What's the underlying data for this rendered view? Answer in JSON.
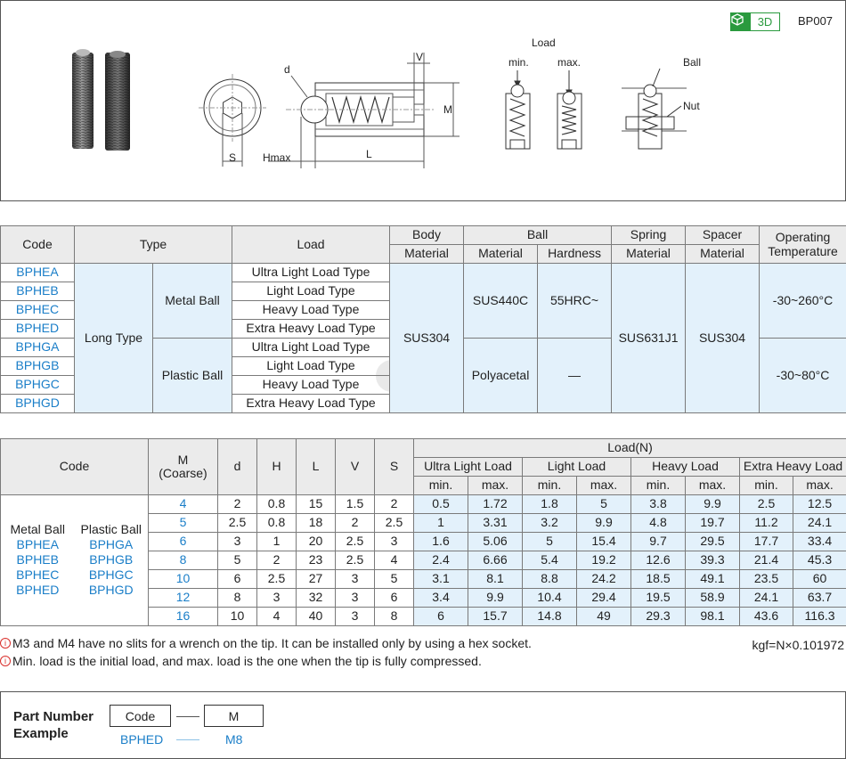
{
  "header": {
    "badge_label": "3D",
    "product_code": "BP007"
  },
  "figure": {
    "dim_d": "d",
    "dim_v": "V",
    "dim_m": "M",
    "dim_s": "S",
    "dim_hmax": "Hmax",
    "dim_l": "L",
    "load_title": "Load",
    "load_min": "min.",
    "load_max": "max.",
    "label_ball": "Ball",
    "label_nut": "Nut"
  },
  "spec_table": {
    "headers": {
      "code": "Code",
      "type": "Type",
      "load": "Load",
      "body": "Body",
      "ball": "Ball",
      "spring": "Spring",
      "spacer": "Spacer",
      "operating_temperature": "Operating Temperature",
      "material": "Material",
      "hardness": "Hardness"
    },
    "codes": [
      "BPHEA",
      "BPHEB",
      "BPHEC",
      "BPHED",
      "BPHGA",
      "BPHGB",
      "BPHGC",
      "BPHGD"
    ],
    "type_main": "Long Type",
    "type_metal": "Metal Ball",
    "type_plastic": "Plastic Ball",
    "loads": [
      "Ultra Light Load Type",
      "Light Load Type",
      "Heavy Load Type",
      "Extra Heavy Load Type",
      "Ultra Light Load Type",
      "Light Load Type",
      "Heavy Load Type",
      "Extra Heavy Load Type"
    ],
    "body_material": "SUS304",
    "ball_material_metal": "SUS440C",
    "ball_hardness_metal": "55HRC~",
    "ball_material_plastic": "Polyacetal",
    "ball_hardness_plastic": "—",
    "spring_material": "SUS631J1",
    "spacer_material": "SUS304",
    "temp_metal": "-30~260°C",
    "temp_plastic": "-30~80°C"
  },
  "dim_table": {
    "headers": {
      "code": "Code",
      "m": "M",
      "m_sub": "(Coarse)",
      "d": "d",
      "h": "H",
      "l": "L",
      "v": "V",
      "s": "S",
      "load_n": "Load(N)",
      "ultra_light": "Ultra Light Load",
      "light": "Light Load",
      "heavy": "Heavy Load",
      "extra_heavy": "Extra Heavy Load",
      "min": "min.",
      "max": "max."
    },
    "metal_title": "Metal Ball",
    "plastic_title": "Plastic Ball",
    "metal_codes": [
      "BPHEA",
      "BPHEB",
      "BPHEC",
      "BPHED"
    ],
    "plastic_codes": [
      "BPHGA",
      "BPHGB",
      "BPHGC",
      "BPHGD"
    ],
    "rows": [
      {
        "m": "4",
        "d": "2",
        "h": "0.8",
        "l": "15",
        "v": "1.5",
        "s": "2",
        "ul_min": "0.5",
        "ul_max": "1.72",
        "l_min": "1.8",
        "l_max": "5",
        "h_min": "3.8",
        "h_max": "9.9",
        "eh_min": "2.5",
        "eh_max": "12.5"
      },
      {
        "m": "5",
        "d": "2.5",
        "h": "0.8",
        "l": "18",
        "v": "2",
        "s": "2.5",
        "ul_min": "1",
        "ul_max": "3.31",
        "l_min": "3.2",
        "l_max": "9.9",
        "h_min": "4.8",
        "h_max": "19.7",
        "eh_min": "11.2",
        "eh_max": "24.1"
      },
      {
        "m": "6",
        "d": "3",
        "h": "1",
        "l": "20",
        "v": "2.5",
        "s": "3",
        "ul_min": "1.6",
        "ul_max": "5.06",
        "l_min": "5",
        "l_max": "15.4",
        "h_min": "9.7",
        "h_max": "29.5",
        "eh_min": "17.7",
        "eh_max": "33.4"
      },
      {
        "m": "8",
        "d": "5",
        "h": "2",
        "l": "23",
        "v": "2.5",
        "s": "4",
        "ul_min": "2.4",
        "ul_max": "6.66",
        "l_min": "5.4",
        "l_max": "19.2",
        "h_min": "12.6",
        "h_max": "39.3",
        "eh_min": "21.4",
        "eh_max": "45.3"
      },
      {
        "m": "10",
        "d": "6",
        "h": "2.5",
        "l": "27",
        "v": "3",
        "s": "5",
        "ul_min": "3.1",
        "ul_max": "8.1",
        "l_min": "8.8",
        "l_max": "24.2",
        "h_min": "18.5",
        "h_max": "49.1",
        "eh_min": "23.5",
        "eh_max": "60"
      },
      {
        "m": "12",
        "d": "8",
        "h": "3",
        "l": "32",
        "v": "3",
        "s": "6",
        "ul_min": "3.4",
        "ul_max": "9.9",
        "l_min": "10.4",
        "l_max": "29.4",
        "h_min": "19.5",
        "h_max": "58.9",
        "eh_min": "24.1",
        "eh_max": "63.7"
      },
      {
        "m": "16",
        "d": "10",
        "h": "4",
        "l": "40",
        "v": "3",
        "s": "8",
        "ul_min": "6",
        "ul_max": "15.7",
        "l_min": "14.8",
        "l_max": "49",
        "h_min": "29.3",
        "h_max": "98.1",
        "eh_min": "43.6",
        "eh_max": "116.3"
      }
    ]
  },
  "notes": {
    "note1": "M3 and M4 have no slits for a wrench on the tip. It can be installed only by using a hex socket.",
    "note2": "Min. load is the initial load, and max. load is the one when the tip is fully compressed.",
    "conversion": "kgf=N×0.101972"
  },
  "part_number": {
    "title_line1": "Part Number",
    "title_line2": "Example",
    "box_code": "Code",
    "box_m": "M",
    "example_code": "BPHED",
    "example_m": "M8"
  },
  "colors": {
    "accent_blue": "#1a7ec8",
    "header_gray": "#ebebeb",
    "light_blue": "#e3f1fb",
    "badge_green": "#2a9a3e",
    "warn_red": "#d9302c"
  }
}
